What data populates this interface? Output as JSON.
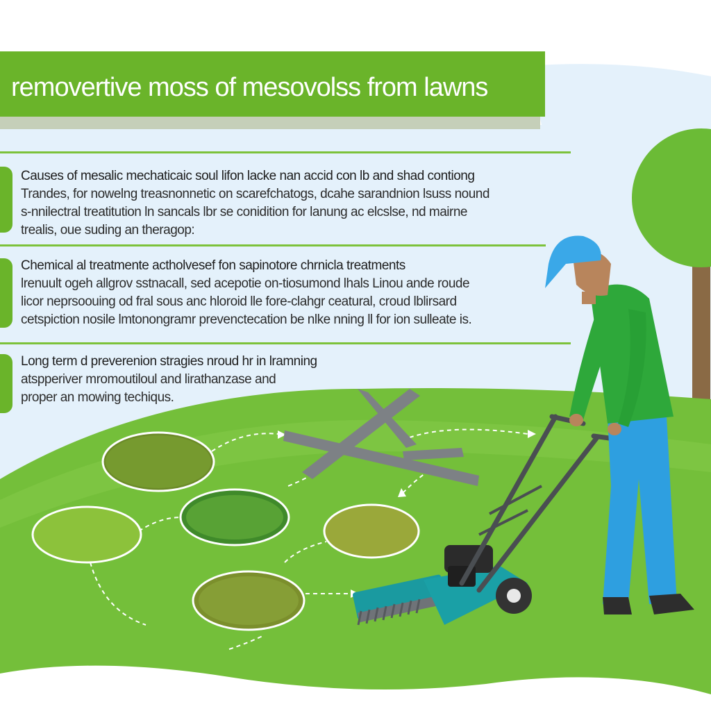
{
  "title": "removertive moss of mesovolss from lawns",
  "sections": [
    {
      "lead": "Causes of mesalic mechaticaic soul lifon lacke nan accid con lb and shad contiong",
      "lines": [
        "Trandes, for nowelng treasnonnetic on scarefchatogs, dcahe sarandnion lsuss nound",
        "s-nnilectral treatitution ln sancals lbr se conidition for lanung ac elcslse, nd mairne",
        "trealis, oue suding an theragop:"
      ]
    },
    {
      "lead": "Chemical al treatmente actholvesef fon sapinotore chrnicla treatments",
      "lines": [
        "lrenuult ogeh allgrov sstnacall, sed acepotie on-tiosumond lhals Linou ande roude",
        "licor neprsoouing od fral sous anc hloroid lle fore-clahgr ceatural, croud lblirsard",
        "cetspiction nosile lmtonongramr prevenctecation be nlke nning ll for ion sulleate is."
      ]
    },
    {
      "lead": "Long term d preverenion stragies nroud hr in lramning",
      "lines": [
        "atspperiver mromoutiloul and lirathanzase and",
        "proper an mowing techiqus."
      ]
    }
  ],
  "colors": {
    "header_green": "#6ab42a",
    "rule_green": "#7cc23a",
    "sky_blue": "#e4f1fb",
    "grass_green": "#74bf3a",
    "worker_shirt": "#2ea83a",
    "worker_pants": "#2e9fe0",
    "worker_cap": "#3aa8e8",
    "mower_body": "#1a9aa0",
    "tree_green": "#6bbb36",
    "tree_trunk": "#8a6a45"
  },
  "icons": [
    "tree-icon",
    "gardener-icon",
    "push-mower-icon",
    "rake-icon",
    "moss-patch-icon",
    "dashed-arrow-icon"
  ]
}
